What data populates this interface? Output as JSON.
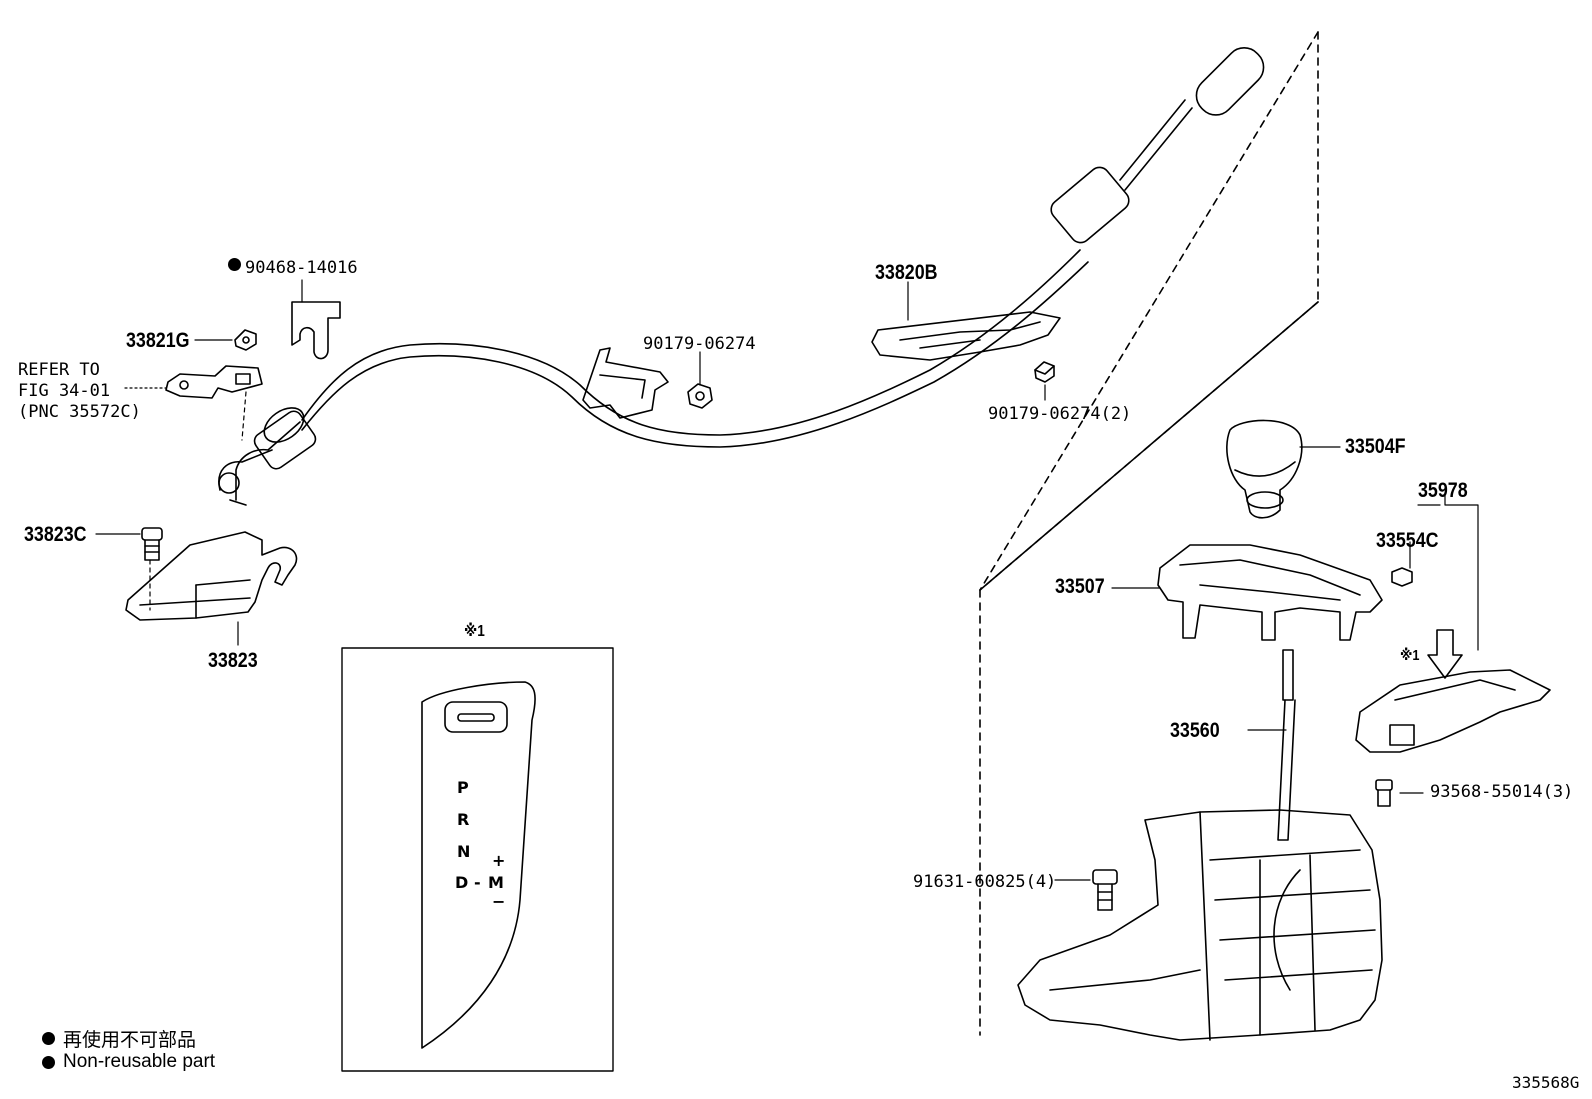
{
  "labels": {
    "p90468": "90468-14016",
    "p33821g": "33821G",
    "refer_line1": "REFER TO",
    "refer_line2": "FIG 34-01",
    "refer_line3": "(PNC 35572C)",
    "p33823c": "33823C",
    "p33823": "33823",
    "p90179a": "90179-06274",
    "p33820b": "33820B",
    "p90179b": "90179-06274(2)",
    "p33504f": "33504F",
    "p35978": "35978",
    "p33554c": "33554C",
    "p33507": "33507",
    "p33560": "33560",
    "p93568": "93568-55014(3)",
    "p91631": "91631-60825(4)",
    "note_ref_inset": "※1",
    "note_ref_part": "※1",
    "figure_id": "335568G"
  },
  "shift_gate": {
    "p": "P",
    "r": "R",
    "n": "N",
    "d": "D",
    "dash": "-",
    "m": "M",
    "plus": "+",
    "minus": "−"
  },
  "legend": {
    "jp": "再使用不可部品",
    "en": "Non-reusable part"
  }
}
